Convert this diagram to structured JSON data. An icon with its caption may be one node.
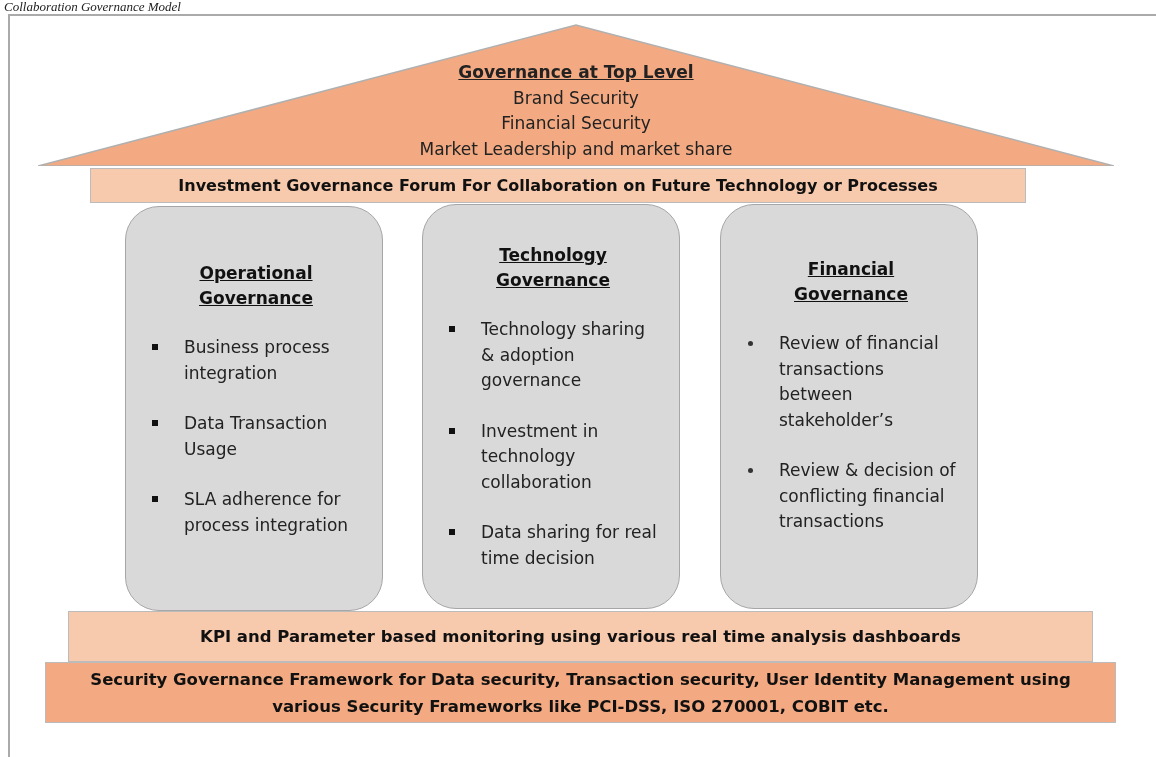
{
  "diagram": {
    "title": "Collaboration Governance Model",
    "nodes": [
      {
        "text": [
          "Governance at Top Level",
          "Brand Security",
          "Financial Security",
          "Market Leadership and market share"
        ]
      },
      {
        "text": [
          "Investment Governance Forum For Collaboration on Future Technology or Processes"
        ]
      },
      {
        "text": [
          "Operational Governance",
          "Business process integration",
          "Data Transaction Usage",
          "SLA adherence for process integration"
        ]
      },
      {
        "text": [
          "Technology Governance",
          "Technology sharing & adoption governance",
          "Investment in technology collaboration",
          "Data sharing for real time decision"
        ]
      },
      {
        "text": [
          "Financial Governance",
          "Review of financial transactions between stakeholder’s",
          "Review & decision of conflicting financial transactions"
        ]
      },
      {
        "text": [
          "KPI and Parameter based monitoring using various real time analysis dashboards"
        ]
      },
      {
        "text": [
          "Security Governance Framework for Data security, Transaction security, User Identity Management using various Security Frameworks like PCI-DSS, ISO 270001, COBIT etc."
        ]
      }
    ]
  }
}
